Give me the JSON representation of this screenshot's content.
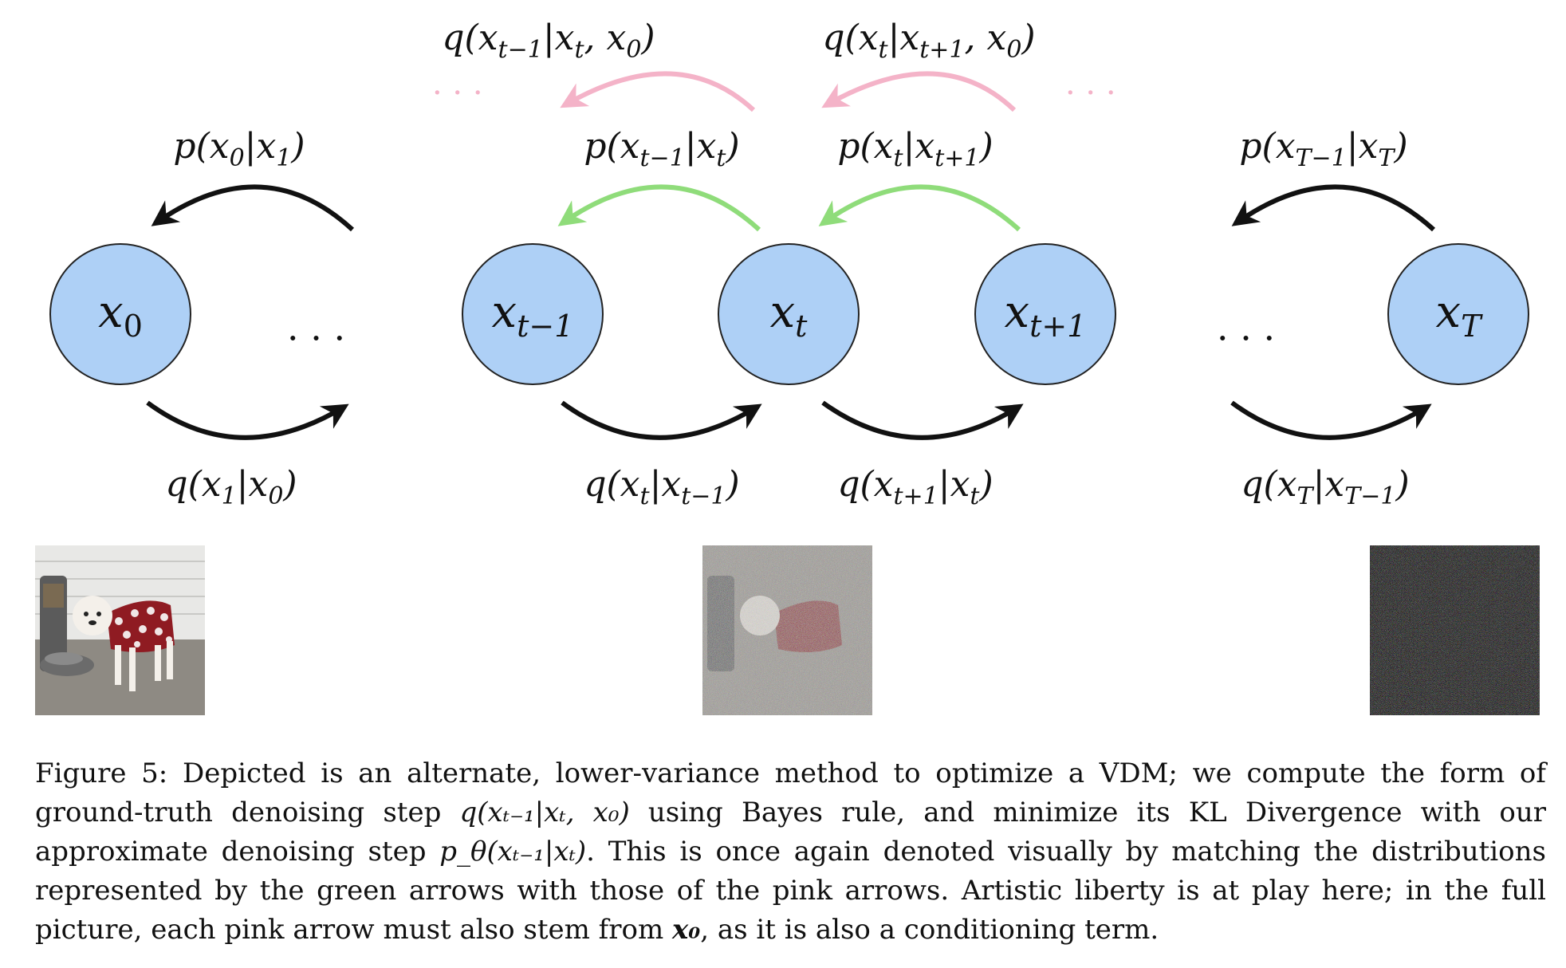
{
  "nodes": {
    "x0": {
      "base": "x",
      "sub": "0"
    },
    "xtm1": {
      "base": "x",
      "sub": "t−1"
    },
    "xt": {
      "base": "x",
      "sub": "t"
    },
    "xtp1": {
      "base": "x",
      "sub": "t+1"
    },
    "xT": {
      "base": "x",
      "sub": "T"
    }
  },
  "ellipsis": "· · ·",
  "labels": {
    "p_x0_x1": "p(x₀|x₁)",
    "q_x1_x0": "q(x₁|x₀)",
    "p_xtm1_xt": "p(xₜ₋₁|xₜ)",
    "p_xt_xtp1": "p(xₜ|xₜ₊₁)",
    "q_xt_xtm1": "q(xₜ|xₜ₋₁)",
    "q_xtp1_xt": "q(xₜ₊₁|xₜ)",
    "p_xTm1_xT": "p(x_{T−1}|x_T)",
    "q_xT_xTm1": "q(x_T|x_{T−1})",
    "q_xtm1_xt_x0": "q(xₜ₋₁|xₜ, x₀)",
    "q_xt_xtp1_x0": "q(xₜ|xₜ₊₁, x₀)"
  },
  "colors": {
    "node_fill": "#aed0f6",
    "node_stroke": "#222222",
    "green_arrow": "#8fdc7a",
    "pink_arrow": "#f4b3c8",
    "black_arrow": "#111111"
  },
  "images": [
    {
      "name": "clean-dog-photo",
      "description": "dog in red polka-dot sweater next to pet feeder"
    },
    {
      "name": "noisy-dog-photo",
      "description": "same dog photo with heavy noise"
    },
    {
      "name": "pure-noise-photo",
      "description": "pure noise image"
    }
  ],
  "caption": {
    "figure_label": "Figure 5:",
    "text_1": " Depicted is an alternate, lower-variance method to optimize a VDM; we compute the form of ground-truth denoising step ",
    "math_1": "q(xₜ₋₁|xₜ, x₀)",
    "text_2": " using Bayes rule, and minimize its KL Divergence with our approximate denoising step ",
    "math_2": "p_θ(xₜ₋₁|xₜ)",
    "text_3": ". This is once again denoted visually by matching the distributions represented by the green arrows with those of the pink arrows. Artistic liberty is at play here; in the full picture, each pink arrow must also stem from ",
    "math_3": "x₀",
    "text_4": ", as it is also a conditioning term."
  }
}
